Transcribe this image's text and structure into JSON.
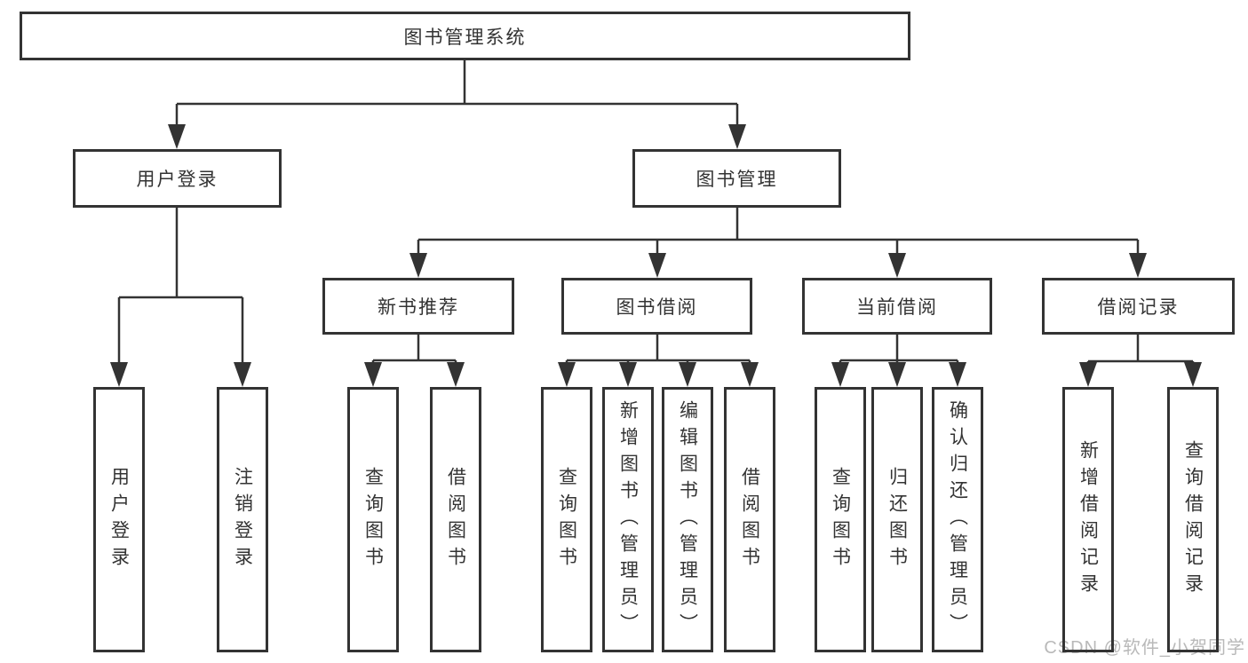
{
  "diagram": {
    "root": "图书管理系统",
    "level2": {
      "user_login": "用户登录",
      "book_mgmt": "图书管理"
    },
    "level3": {
      "new_books": "新书推荐",
      "book_borrow": "图书借阅",
      "current_borrow": "当前借阅",
      "borrow_records": "借阅记录"
    },
    "leaves": {
      "user_login": "用户登录",
      "logout": "注销登录",
      "nb_query": "查询图书",
      "nb_borrow": "借阅图书",
      "bb_query": "查询图书",
      "bb_add": "新增图书（管理员）",
      "bb_edit": "编辑图书（管理员）",
      "bb_borrow": "借阅图书",
      "cb_query": "查询图书",
      "cb_return": "归还图书",
      "cb_confirm": "确认归还（管理员）",
      "br_add": "新增借阅记录",
      "br_query": "查询借阅记录"
    }
  },
  "watermark": "CSDN @软件_小贺同学",
  "colors": {
    "line": "#333333",
    "watermark": "#b9b9b9",
    "background": "#ffffff"
  }
}
